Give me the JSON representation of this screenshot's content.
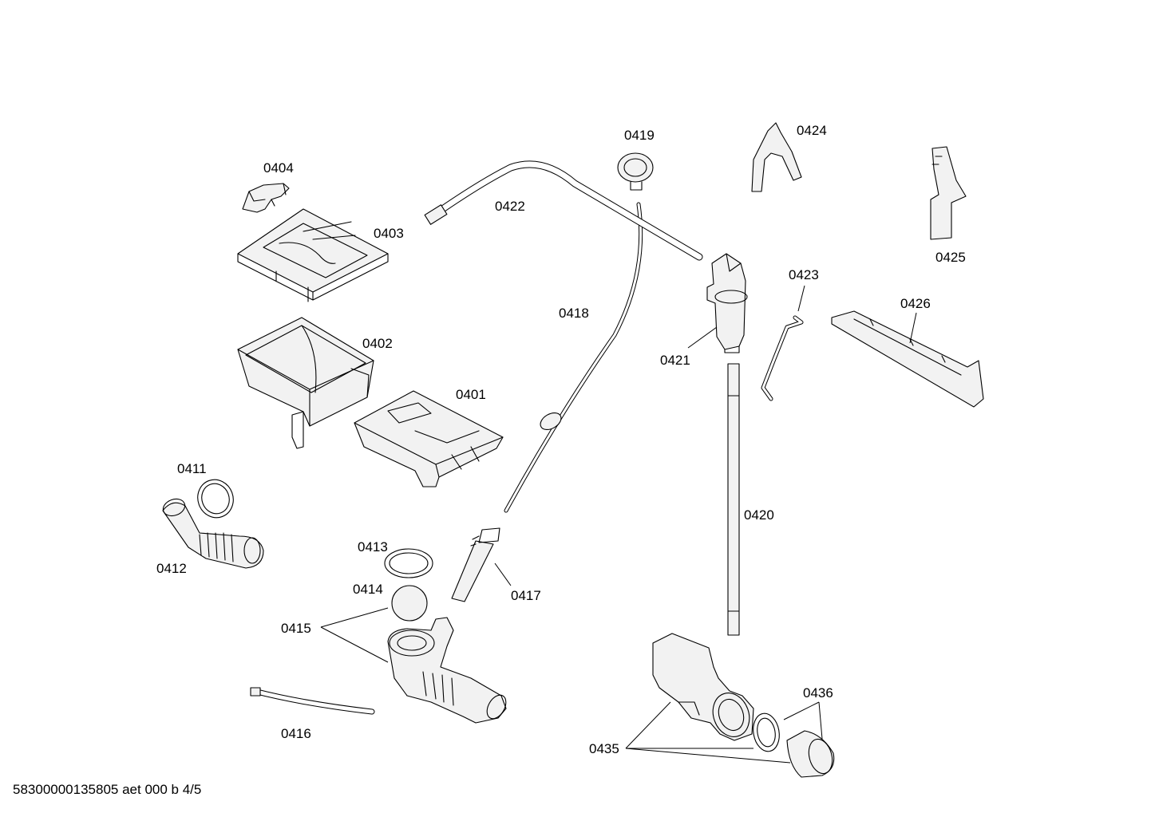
{
  "footer": "58300000135805 aet 000 b 4/5",
  "labels": {
    "p0401": "0401",
    "p0402": "0402",
    "p0403": "0403",
    "p0404": "0404",
    "p0411": "0411",
    "p0412": "0412",
    "p0413": "0413",
    "p0414": "0414",
    "p0415": "0415",
    "p0416": "0416",
    "p0417": "0417",
    "p0418": "0418",
    "p0419": "0419",
    "p0420": "0420",
    "p0421": "0421",
    "p0422": "0422",
    "p0423": "0423",
    "p0424": "0424",
    "p0425": "0425",
    "p0426": "0426",
    "p0435": "0435",
    "p0436": "0436"
  }
}
